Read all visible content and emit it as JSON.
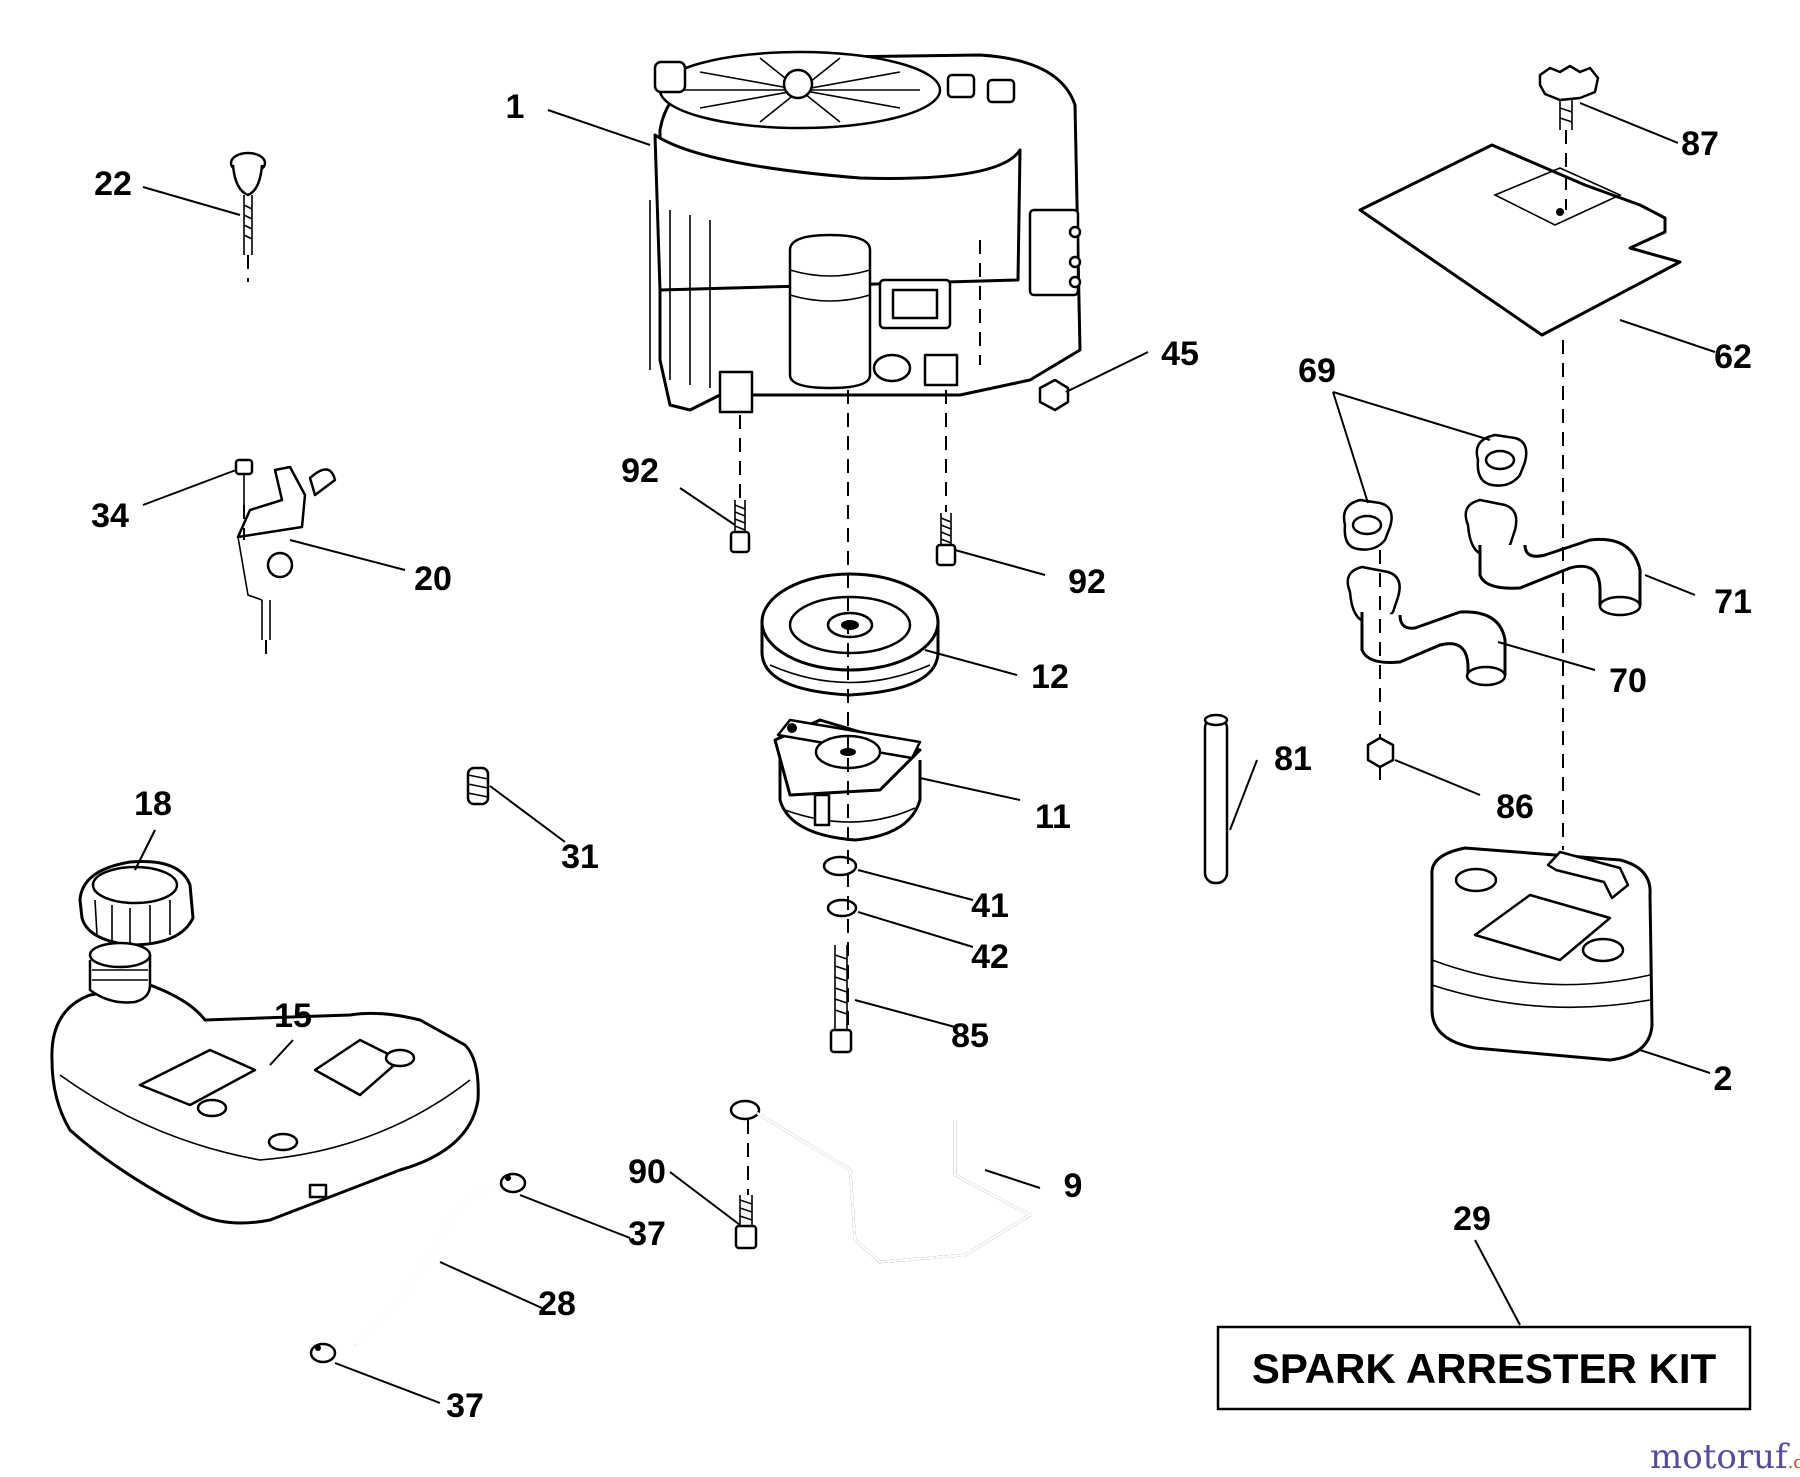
{
  "callouts": {
    "c1": "1",
    "c2": "2",
    "c9": "9",
    "c11": "11",
    "c12": "12",
    "c15": "15",
    "c18": "18",
    "c20": "20",
    "c22": "22",
    "c28": "28",
    "c29": "29",
    "c31": "31",
    "c34": "34",
    "c37a": "37",
    "c37b": "37",
    "c41": "41",
    "c42": "42",
    "c45": "45",
    "c62": "62",
    "c69": "69",
    "c70": "70",
    "c71": "71",
    "c81": "81",
    "c85": "85",
    "c86": "86",
    "c87": "87",
    "c90": "90",
    "c92a": "92",
    "c92b": "92"
  },
  "kit": {
    "label": "SPARK ARRESTER KIT"
  },
  "watermark": {
    "name": "motoruf",
    "suffix": ".de"
  }
}
